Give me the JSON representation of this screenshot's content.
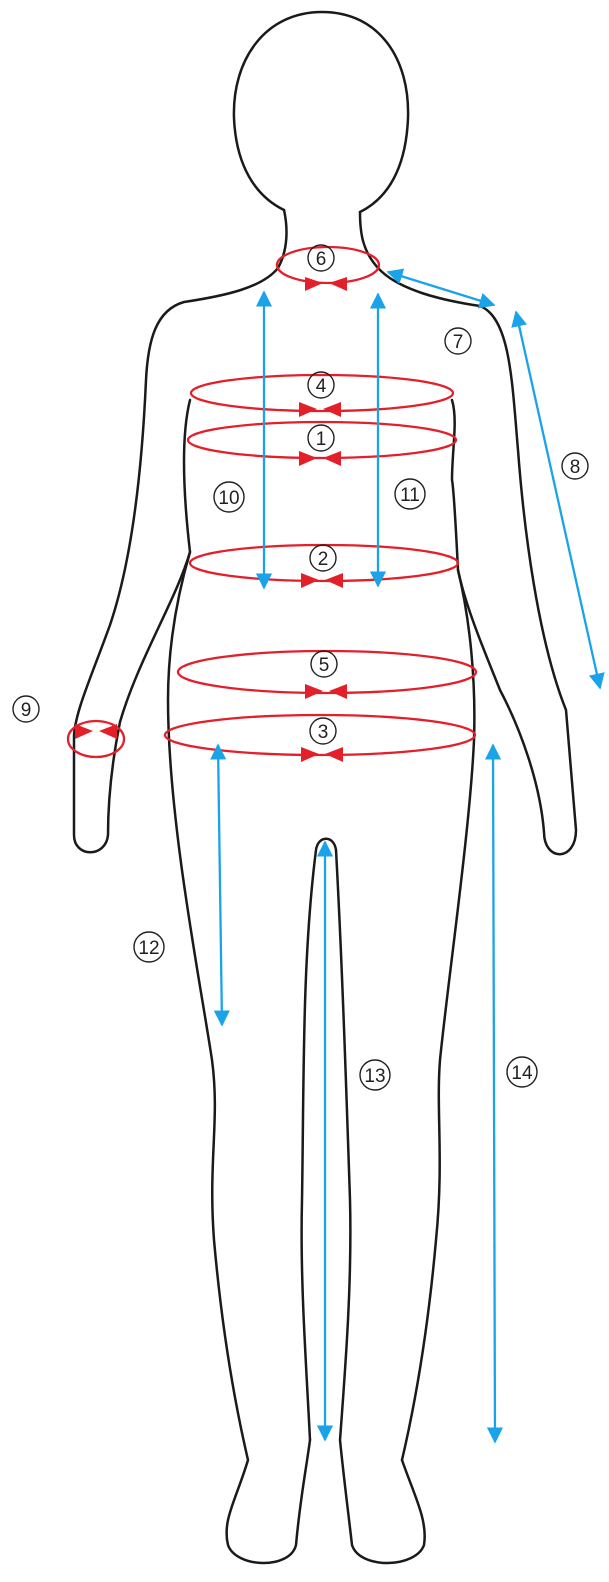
{
  "colors": {
    "outline": "#1a1a1a",
    "circumference": "#e3202a",
    "length": "#1aa3e8",
    "label": "#231f20"
  },
  "labels": {
    "n1": "1",
    "n2": "2",
    "n3": "3",
    "n4": "4",
    "n5": "5",
    "n6": "6",
    "n7": "7",
    "n8": "8",
    "n9": "9",
    "n10": "10",
    "n11": "11",
    "n12": "12",
    "n13": "13",
    "n14": "14"
  },
  "icons": {
    "figure": "body-silhouette-icon",
    "circumference": "ellipse-with-arrows",
    "length": "double-arrow"
  }
}
